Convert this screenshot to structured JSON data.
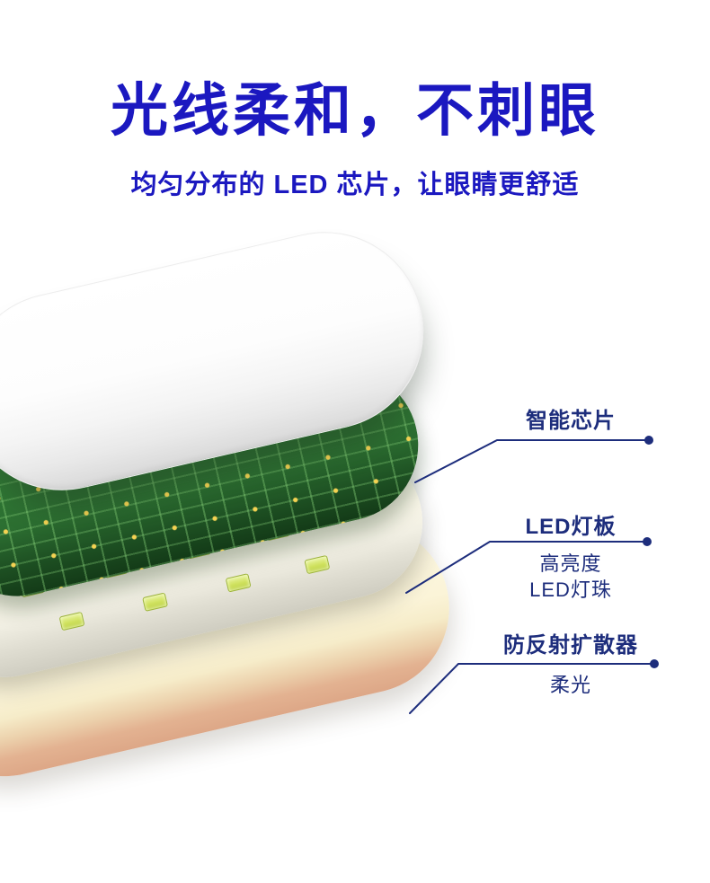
{
  "header": {
    "title": "光线柔和，不刺眼",
    "subtitle": "均匀分布的 LED 芯片，让眼睛更舒适"
  },
  "callouts": [
    {
      "label": "智能芯片",
      "sub_lines": []
    },
    {
      "label": "LED灯板",
      "sub_lines": [
        "高亮度",
        "LED灯珠"
      ]
    },
    {
      "label": "防反射扩散器",
      "sub_lines": [
        "柔光"
      ]
    }
  ],
  "colors": {
    "title_blue": "#1b18c0",
    "callout_navy": "#1d2d7c",
    "pcb_green": "#2c6e31",
    "led_chip_yellow_green": "#cdde5a",
    "diffuser_cream": "#fbf4da",
    "diffuser_edge_tan": "#e3b291",
    "housing_white": "#ffffff"
  }
}
